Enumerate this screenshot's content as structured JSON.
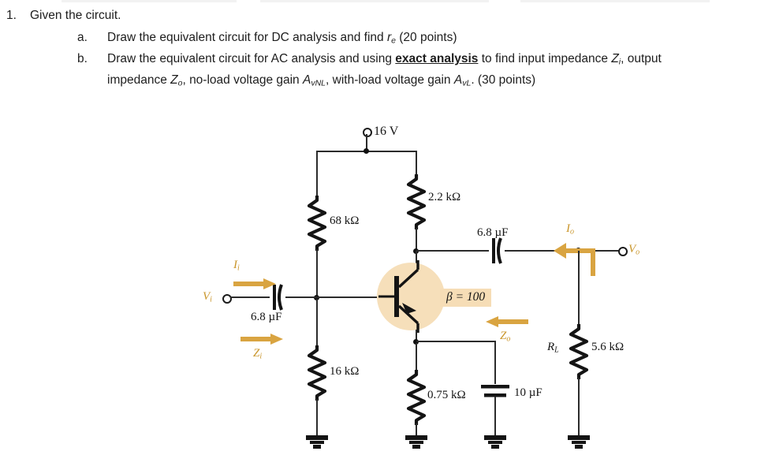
{
  "question": {
    "number": "1.",
    "title": "Given the circuit.",
    "part_a_marker": "a.",
    "part_a_pre": "Draw the equivalent circuit for DC analysis and find ",
    "part_a_var": "r",
    "part_a_var_sub": "e",
    "part_a_post": " (20 points)",
    "part_b_marker": "b.",
    "part_b_pre": "Draw the equivalent circuit for AC analysis and using ",
    "part_b_emph": "exact analysis",
    "part_b_mid": " to find input impedance ",
    "part_b_z": "Z",
    "part_b_z_sub": "i",
    "part_b_post": ", output",
    "part_b_line2_pre": "impedance ",
    "part_b_line2_zo": "Z",
    "part_b_line2_zo_sub": "o",
    "part_b_line2_mid1": ", no-load voltage gain ",
    "part_b_line2_avnl": "A",
    "part_b_line2_avnl_sub": "vNL",
    "part_b_line2_mid2": ", with-load voltage gain ",
    "part_b_line2_avl": "A",
    "part_b_line2_avl_sub": "vL",
    "part_b_line2_post": ". (30 points)"
  },
  "circuit": {
    "supply_label": "16 V",
    "r_b1_label": "68 kΩ",
    "r_b2_label": "16 kΩ",
    "r_c_label": "2.2 kΩ",
    "r_e_label": "0.75 kΩ",
    "r_l_name": "R",
    "r_l_name_sub": "L",
    "r_l_label": "5.6 kΩ",
    "c_in_label": "6.8 µF",
    "c_out_label": "6.8 µF",
    "c_e_label": "10 µF",
    "beta_label": "β = 100",
    "vi_label": "V",
    "vi_sub": "i",
    "vo_label": "V",
    "vo_sub": "o",
    "ii_label": "I",
    "ii_sub": "i",
    "io_label": "I",
    "io_sub": "o",
    "zi_label": "Z",
    "zi_sub": "i",
    "zo_label": "Z",
    "zo_sub": "o",
    "colors": {
      "wire": "#2b2b2b",
      "gold": "#c9952a",
      "transistor_fill": "#f6dfba",
      "beta_box_fill": "#f6ddb6"
    },
    "icons": {
      "ground": "ground-icon",
      "resistor": "resistor-icon",
      "capacitor": "capacitor-icon",
      "npn_transistor": "npn-transistor-icon",
      "terminal": "terminal-icon"
    }
  }
}
